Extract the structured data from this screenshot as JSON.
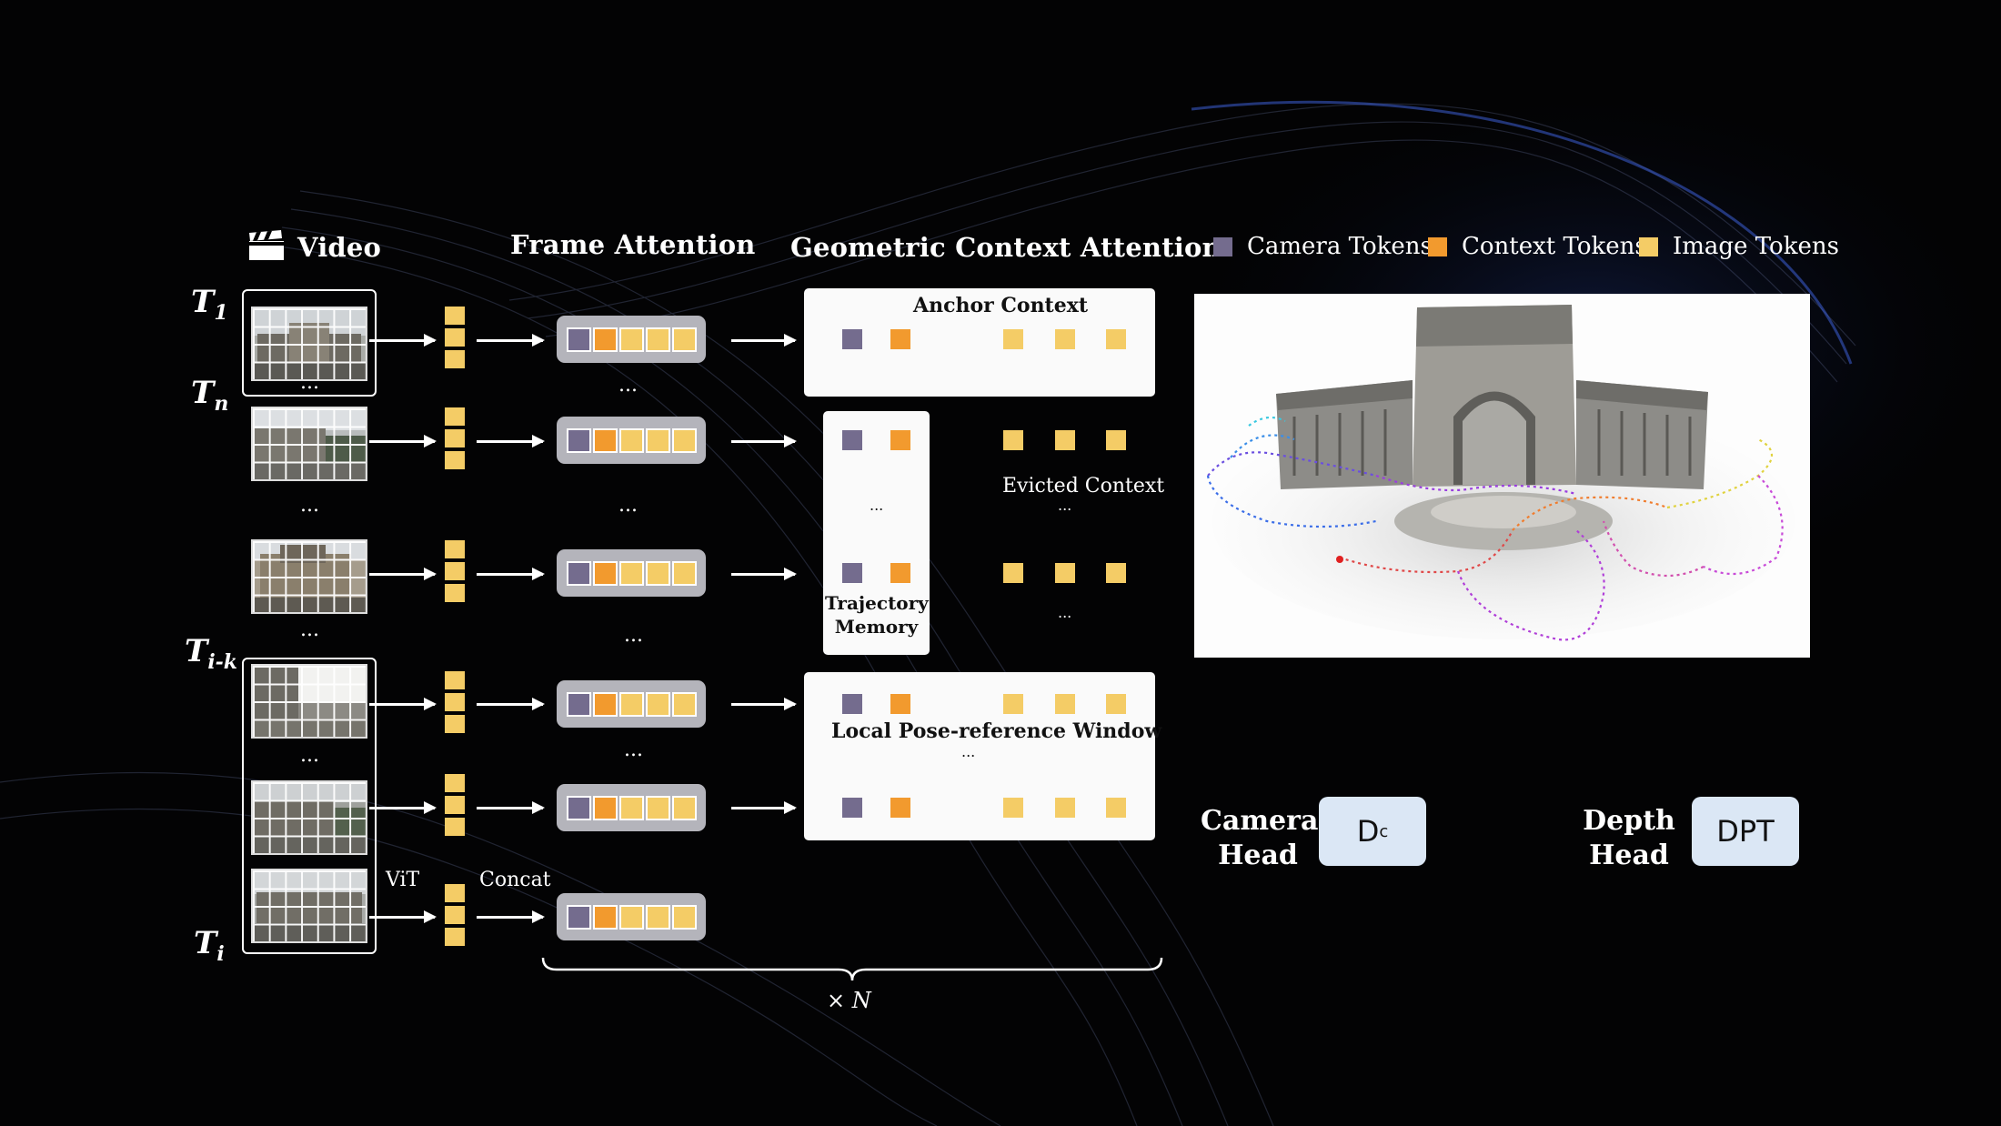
{
  "headers": {
    "video": "Video",
    "frame_attention": "Frame Attention",
    "geometric_context_attention": "Geometric Context Attention"
  },
  "legend": [
    {
      "label": "Camera Tokens",
      "color": "#746c8e"
    },
    {
      "label": "Context Tokens",
      "color": "#f29a2e"
    },
    {
      "label": "Image Tokens",
      "color": "#f4cc66"
    }
  ],
  "time_labels": {
    "t1": {
      "base": "T",
      "sub": "1"
    },
    "tn": {
      "base": "T",
      "sub": "n"
    },
    "tik": {
      "base": "T",
      "sub": "i-k"
    },
    "ti": {
      "base": "T",
      "sub": "i"
    }
  },
  "ellipsis": "...",
  "mid_ellipsis": "···",
  "vit_label": "ViT",
  "concat_label": "Concat",
  "panels": {
    "anchor_context": "Anchor Context",
    "trajectory_memory": "Trajectory Memory",
    "evicted_context": "Evicted Context",
    "local_window": "Local Pose-reference Window"
  },
  "repeat": {
    "symbol": "×",
    "var": "N"
  },
  "heads": {
    "camera": {
      "label": "Camera Head",
      "box": "D",
      "box_sub": "c"
    },
    "depth": {
      "label": "Depth Head",
      "box": "DPT"
    }
  },
  "colors": {
    "camera_token": "#746c8e",
    "context_token": "#f29a2e",
    "image_token": "#f4cc66",
    "head_box": "#dbe7f5",
    "frame_attention_bar": "#b4b4bb"
  },
  "icons": [
    "clapperboard-icon"
  ]
}
